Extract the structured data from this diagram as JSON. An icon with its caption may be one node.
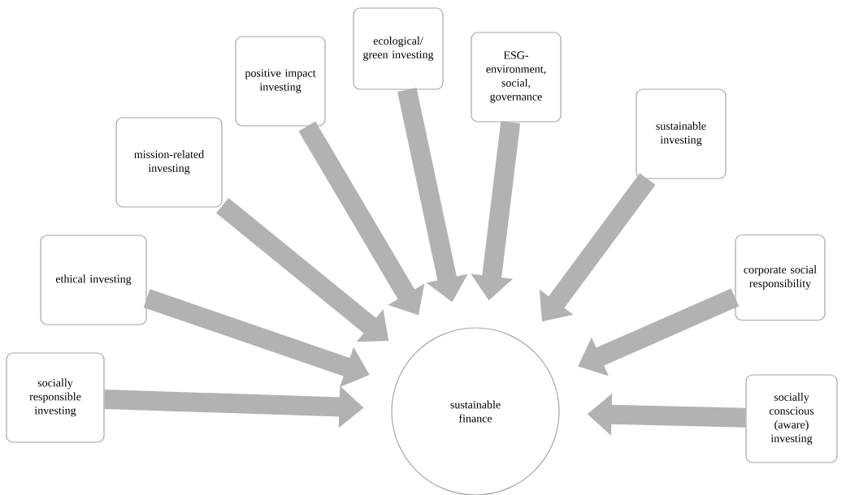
{
  "diagram": {
    "nodes": [
      {
        "text": [
          "socially responsible investing"
        ]
      },
      {
        "text": [
          "ethical investing"
        ]
      },
      {
        "text": [
          "mission-related investing"
        ]
      },
      {
        "text": [
          "positive impact investing"
        ]
      },
      {
        "text": [
          "ecological/ green investing"
        ]
      },
      {
        "text": [
          "ESG- environment, social, governance"
        ]
      },
      {
        "text": [
          "sustainable investing"
        ]
      },
      {
        "text": [
          "corporate social responsibility"
        ]
      },
      {
        "text": [
          "socially conscious (aware) investing"
        ]
      },
      {
        "text": [
          "sustainable finance"
        ]
      }
    ],
    "edges": [
      {
        "from": 0,
        "to": 9,
        "arrow": "to"
      },
      {
        "from": 1,
        "to": 9,
        "arrow": "to"
      },
      {
        "from": 2,
        "to": 9,
        "arrow": "to"
      },
      {
        "from": 3,
        "to": 9,
        "arrow": "to"
      },
      {
        "from": 4,
        "to": 9,
        "arrow": "to"
      },
      {
        "from": 5,
        "to": 9,
        "arrow": "to"
      },
      {
        "from": 6,
        "to": 9,
        "arrow": "to"
      },
      {
        "from": 7,
        "to": 9,
        "arrow": "to"
      },
      {
        "from": 8,
        "to": 9,
        "arrow": "to"
      }
    ]
  }
}
